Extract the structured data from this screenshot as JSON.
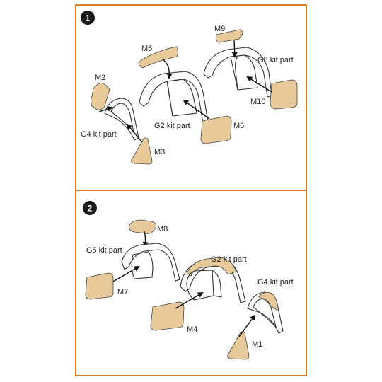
{
  "colors": {
    "border": "#e07f26",
    "part_fill": "#e8c99a",
    "step_circle": "#1a1a1a"
  },
  "step1": {
    "number": "1",
    "labels": {
      "m9": "M9",
      "m5": "M5",
      "g5": "G5 kit part",
      "m2": "M2",
      "m10": "M10",
      "g2": "G2 kit part",
      "m6": "M6",
      "g4": "G4 kit part",
      "m3": "M3"
    }
  },
  "step2": {
    "number": "2",
    "labels": {
      "m8": "M8",
      "g5": "G5 kit part",
      "g2": "G2 kit part",
      "g4": "G4 kit part",
      "m7": "M7",
      "m4": "M4",
      "m1": "M1"
    }
  }
}
